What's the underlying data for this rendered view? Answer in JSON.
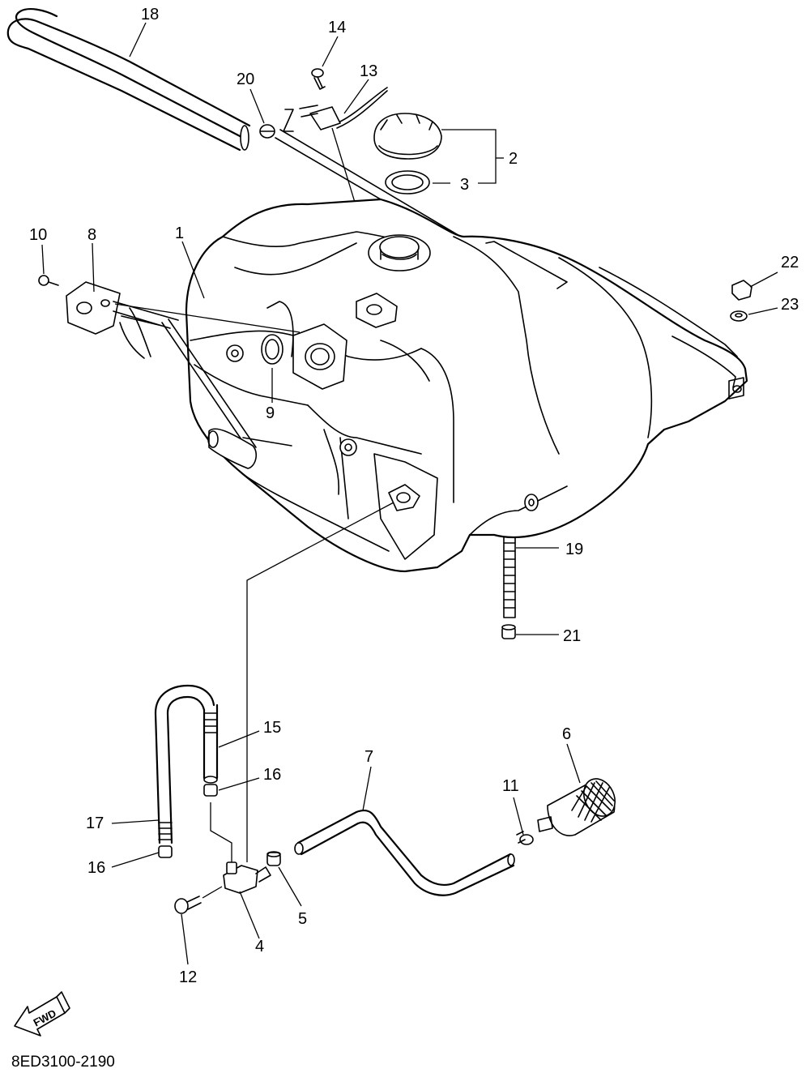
{
  "diagram": {
    "labels": {
      "p1": "1",
      "p2": "2",
      "p3": "3",
      "p4": "4",
      "p5": "5",
      "p6": "6",
      "p7": "7",
      "p8": "8",
      "p9": "9",
      "p10": "10",
      "p11": "11",
      "p12": "12",
      "p13": "13",
      "p14": "14",
      "p15": "15",
      "p16a": "16",
      "p16b": "16",
      "p17": "17",
      "p18": "18",
      "p19": "19",
      "p20": "20",
      "p21": "21",
      "p22": "22",
      "p23": "23"
    },
    "fwd": "FWD",
    "code": "8ED3100-2190"
  }
}
